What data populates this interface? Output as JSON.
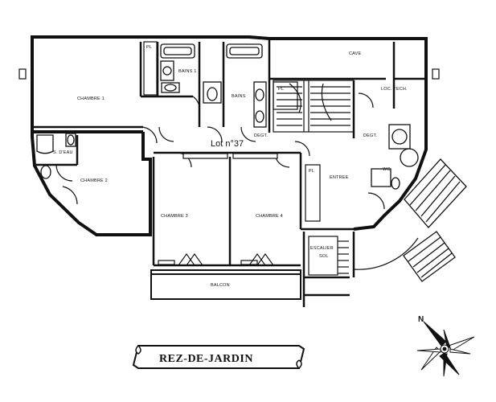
{
  "plan": {
    "lot_label": "Lot n°37",
    "level_label": "REZ-DE-JARDIN",
    "compass_north": "N",
    "rooms": {
      "chambre1": "CHAMBRE 1",
      "chambre2": "CHAMBRE 2",
      "chambre3": "CHAMBRE 3",
      "chambre4": "CHAMBRE 4",
      "bains1": "BAINS 1",
      "bains2": "BAINS",
      "seau": "S. D'EAU",
      "cave": "CAVE",
      "entree": "ENTREE",
      "degt": "DEGT.",
      "degt2": "DEGT.",
      "wc": "WC",
      "pl1": "PL",
      "pl2": "PL",
      "pl3": "PL",
      "loc_tech": "LOC. TECH.",
      "balcon": "BALCON",
      "escalier": "ESCALIER",
      "sol": "SOL"
    }
  }
}
